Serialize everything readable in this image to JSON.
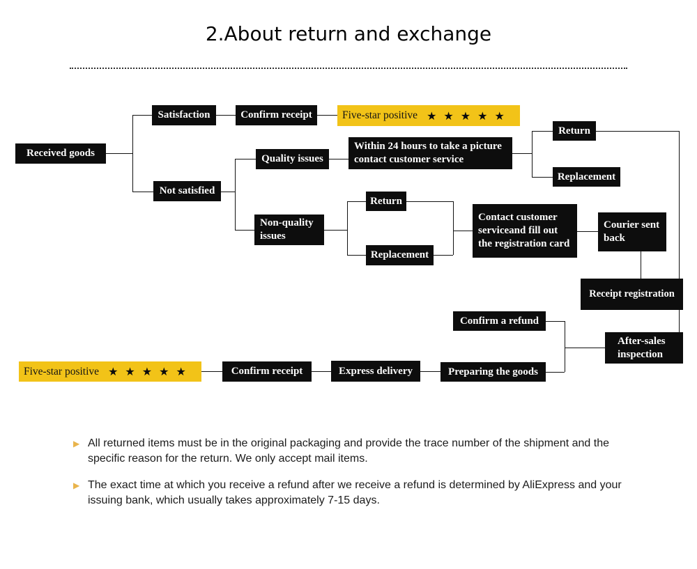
{
  "page": {
    "title": "2.About return and exchange"
  },
  "colors": {
    "box_black": "#0d0d0d",
    "accent_yellow": "#f2c318",
    "bullet_arrow": "#e9b44c",
    "text": "#1b1b1b"
  },
  "flowchart": {
    "stars": "★★★★★",
    "nodes": {
      "received_goods": {
        "label": "Received goods"
      },
      "satisfaction": {
        "label": "Satisfaction"
      },
      "confirm_receipt_top": {
        "label": "Confirm receipt"
      },
      "five_star_top": {
        "label": "Five-star positive"
      },
      "quality_issues": {
        "label": "Quality issues"
      },
      "within_24": {
        "lines": [
          "Within 24 hours to take a picture",
          "contact customer service"
        ]
      },
      "return_top": {
        "label": "Return"
      },
      "replacement_top": {
        "label": "Replacement"
      },
      "not_satisfied": {
        "label": "Not satisfied"
      },
      "non_quality": {
        "lines": [
          "Non-quality",
          "issues"
        ]
      },
      "return_mid": {
        "label": "Return"
      },
      "replacement_mid": {
        "label": "Replacement"
      },
      "contact_customer": {
        "lines": [
          "Contact customer",
          "serviceand fill out",
          "the registration card"
        ]
      },
      "courier_sent": {
        "lines": [
          "Courier sent",
          "back"
        ]
      },
      "receipt_registration": {
        "label": "Receipt registration"
      },
      "confirm_refund": {
        "label": "Confirm a refund"
      },
      "after_sales": {
        "lines": [
          "After-sales",
          "inspection"
        ]
      },
      "preparing_goods": {
        "label": "Preparing the goods"
      },
      "express_delivery": {
        "label": "Express delivery"
      },
      "confirm_receipt_bottom": {
        "label": "Confirm receipt"
      },
      "five_star_bottom": {
        "label": "Five-star positive"
      }
    }
  },
  "notes": {
    "items": [
      {
        "text": "All returned items must be in the original packaging and provide the trace number of the shipment and the specific reason for the return. We only accept mail items."
      },
      {
        "text": "The exact time at which you receive a refund after we receive a refund is determined by AliExpress and your issuing bank, which usually takes approximately 7-15 days."
      }
    ]
  }
}
